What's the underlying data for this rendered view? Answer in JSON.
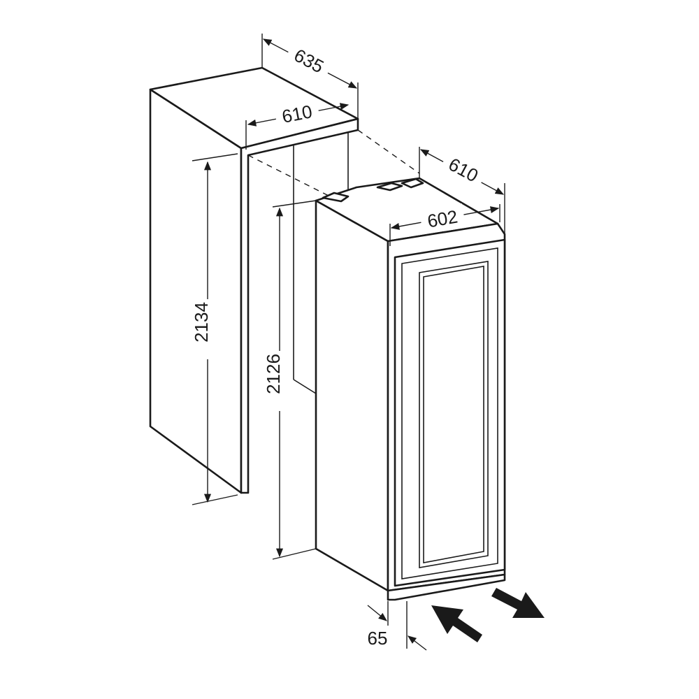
{
  "dimensions": {
    "niche_depth": "635",
    "niche_width": "610",
    "niche_height": "2134",
    "appliance_height": "2126",
    "appliance_depth": "610",
    "appliance_width": "602",
    "plinth_offset": "65"
  }
}
